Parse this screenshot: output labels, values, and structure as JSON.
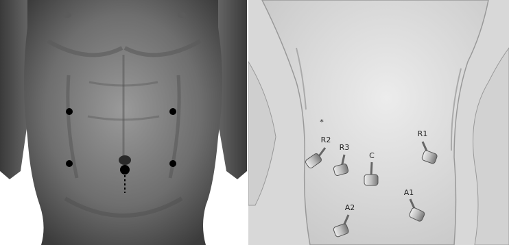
{
  "figure": {
    "right": {
      "asterisk": "*",
      "ports": [
        {
          "id": "r2",
          "label": "R2"
        },
        {
          "id": "r3",
          "label": "R3"
        },
        {
          "id": "c",
          "label": "C"
        },
        {
          "id": "r1",
          "label": "R1"
        },
        {
          "id": "a1",
          "label": "A1"
        },
        {
          "id": "a2",
          "label": "A2"
        }
      ]
    }
  }
}
